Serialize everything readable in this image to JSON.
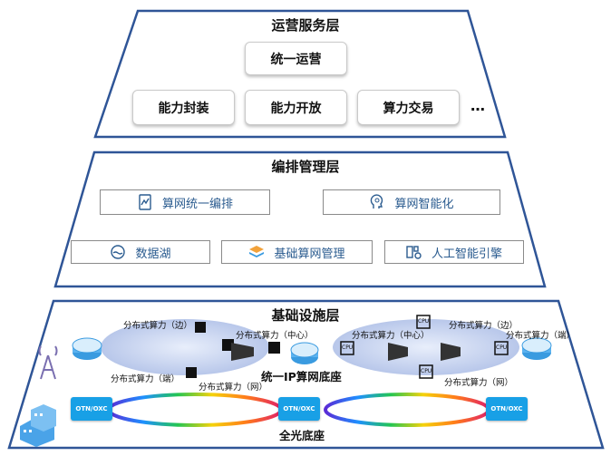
{
  "operations_layer": {
    "title": "运营服务层",
    "top_item": "统一运营",
    "items": [
      "能力封装",
      "能力开放",
      "算力交易"
    ],
    "ellipsis": "…"
  },
  "orchestration_layer": {
    "title": "编排管理层",
    "row1": [
      {
        "label": "算网统一编排",
        "icon": "workflow-icon"
      },
      {
        "label": "算网智能化",
        "icon": "ai-head-icon"
      }
    ],
    "row2": [
      {
        "label": "数据湖",
        "icon": "data-lake-icon"
      },
      {
        "label": "基础算网管理",
        "icon": "layers-icon"
      },
      {
        "label": "人工智能引擎",
        "icon": "ai-engine-icon"
      }
    ]
  },
  "infrastructure_layer": {
    "title": "基础设施层",
    "left_cluster": {
      "edge": "分布式算力（边）",
      "center": "分布式算力（中心）",
      "terminal": "分布式算力（端）",
      "network": "分布式算力（网）"
    },
    "right_cluster": {
      "center": "分布式算力（中心）",
      "edge": "分布式算力（边）",
      "terminal": "分布式算力（端）",
      "network": "分布式算力（网）"
    },
    "ip_base": "统一IP算网底座",
    "optical_base": "全光底座",
    "otn_label": "OTN/OXC",
    "cpu_label": "CPU"
  },
  "colors": {
    "layer_border": "#2f5597",
    "tool_text": "#2a5b8f",
    "otn_blue": "#18a0e6",
    "cluster_fill": "#c8d4ef"
  }
}
